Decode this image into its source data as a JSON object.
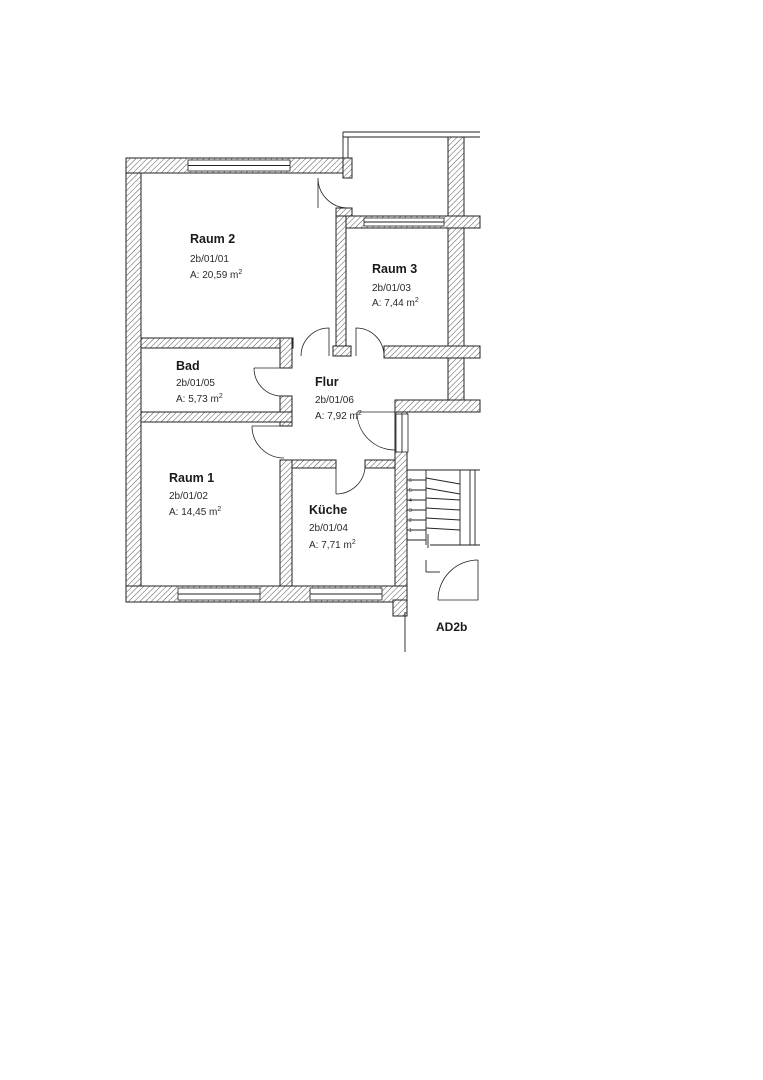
{
  "rooms": [
    {
      "key": "raum2",
      "name": "Raum 2",
      "id": "2b/01/01",
      "area_value": "A: 20,59 m",
      "area_unit": "2"
    },
    {
      "key": "raum3",
      "name": "Raum 3",
      "id": "2b/01/03",
      "area_value": "A: 7,44 m",
      "area_unit": "2"
    },
    {
      "key": "bad",
      "name": "Bad",
      "id": "2b/01/05",
      "area_value": "A: 5,73 m",
      "area_unit": "2"
    },
    {
      "key": "flur",
      "name": "Flur",
      "id": "2b/01/06",
      "area_value": "A: 7,92 m",
      "area_unit": "2"
    },
    {
      "key": "raum1",
      "name": "Raum 1",
      "id": "2b/01/02",
      "area_value": "A: 14,45 m",
      "area_unit": "2"
    },
    {
      "key": "kueche",
      "name": "Küche",
      "id": "2b/01/04",
      "area_value": "A: 7,71 m",
      "area_unit": "2"
    }
  ],
  "building_label": "AD2b",
  "stair_steps": [
    "1",
    "2",
    "3",
    "4",
    "5",
    "6"
  ],
  "colors": {
    "line": "#222222",
    "hatch": "#555555",
    "background": "#ffffff"
  }
}
